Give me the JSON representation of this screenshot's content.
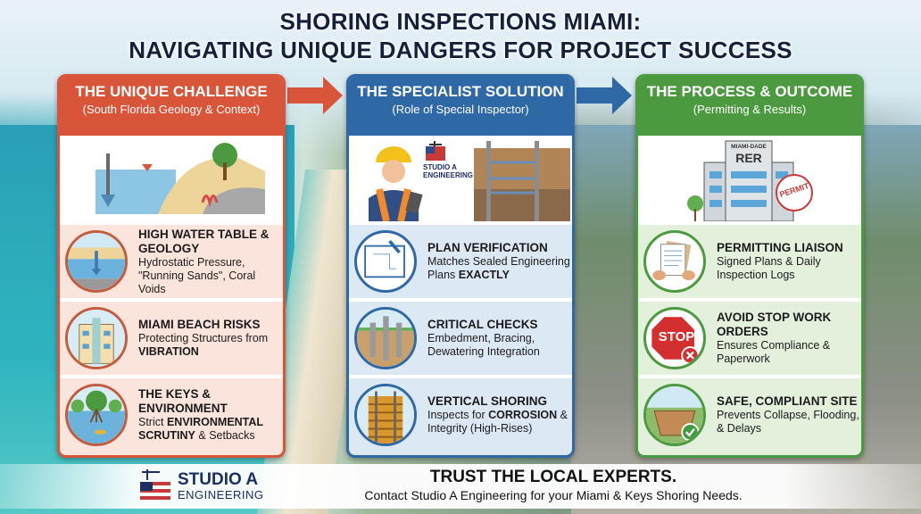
{
  "title": {
    "line1": "SHORING INSPECTIONS MIAMI:",
    "line2": "NAVIGATING UNIQUE DANGERS FOR PROJECT SUCCESS"
  },
  "colors": {
    "red": "#d8553a",
    "blue": "#2f69a5",
    "green": "#4c9a3f",
    "red_bg": "#fbe4db",
    "blue_bg": "#dce9f5",
    "green_bg": "#e3f0dc"
  },
  "panels": [
    {
      "heading": "THE UNIQUE CHALLENGE",
      "subheading": "(South Florida Geology & Context)",
      "illustration": "water-table-geology-icon",
      "items": [
        {
          "icon": "water-table-icon",
          "title": "HIGH WATER TABLE & GEOLOGY",
          "pre": "Hydrostatic Pressure, \"Running Sands\", Coral Voids",
          "bold": "",
          "post": ""
        },
        {
          "icon": "art-deco-building-icon",
          "title": "MIAMI BEACH RISKS",
          "pre": "Protecting Structures from ",
          "bold": "VIBRATION",
          "post": ""
        },
        {
          "icon": "mangrove-icon",
          "title": "THE KEYS & ENVIRONMENT",
          "pre": "Strict ",
          "bold": "ENVIRONMENTAL SCRUTINY",
          "post": " & Setbacks"
        }
      ]
    },
    {
      "heading": "THE SPECIALIST SOLUTION",
      "subheading": "(Role of Special Inspector)",
      "illustration": "inspector-with-tablet-icon",
      "badge": "STUDIO A ENGINEERING",
      "items": [
        {
          "icon": "blueprint-icon",
          "title": "PLAN VERIFICATION",
          "pre": "Matches Sealed Engineering Plans ",
          "bold": "EXACTLY",
          "post": ""
        },
        {
          "icon": "piles-icon",
          "title": "CRITICAL CHECKS",
          "pre": "Embedment, Bracing, Dewatering Integration",
          "bold": "",
          "post": ""
        },
        {
          "icon": "vertical-shoring-icon",
          "title": "VERTICAL SHORING",
          "pre": "Inspects for ",
          "bold": "CORROSION",
          "post": " & Integrity (High-Rises)"
        }
      ]
    },
    {
      "heading": "THE PROCESS & OUTCOME",
      "subheading": "(Permitting & Results)",
      "illustration": "miami-dade-building-icon",
      "building_sign": "MIAMI-DADE",
      "building_name": "RER",
      "stamp": "PERMIT",
      "items": [
        {
          "icon": "documents-icon",
          "title": "PERMITTING LIAISON",
          "pre": "Signed Plans & Daily Inspection Logs",
          "bold": "",
          "post": ""
        },
        {
          "icon": "stop-sign-icon",
          "title": "AVOID STOP WORK ORDERS",
          "pre": "Ensures Compliance & Paperwork",
          "bold": "",
          "post": "",
          "sign": "STOP"
        },
        {
          "icon": "safe-excavation-icon",
          "title": "SAFE, COMPLIANT SITE",
          "pre": "Prevents Collapse, Flooding, & Delays",
          "bold": "",
          "post": ""
        }
      ]
    }
  ],
  "footer": {
    "logo_name": "STUDIO A",
    "logo_sub": "ENGINEERING",
    "headline": "TRUST THE LOCAL EXPERTS.",
    "text": "Contact Studio A Engineering for your Miami & Keys Shoring Needs."
  }
}
